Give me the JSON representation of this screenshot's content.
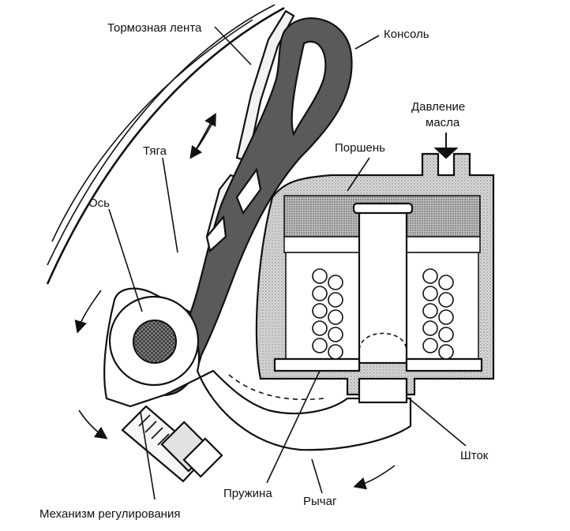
{
  "labels": {
    "brake_band": "Тормозная лента",
    "console": "Консоль",
    "oil_pressure_line1": "Давление",
    "oil_pressure_line2": "масла",
    "piston": "Поршень",
    "rod": "Тяга",
    "axis": "Ось",
    "spring": "Пружина",
    "stem": "Шток",
    "lever": "Рычаг",
    "adjust_mechanism": "Механизм регулирования"
  },
  "colors": {
    "console_fill": "#5a5a5a",
    "housing_fill": "#cfcfcf",
    "oil_fill": "#b4b4b4",
    "ink": "#111111",
    "paper": "#ffffff"
  }
}
